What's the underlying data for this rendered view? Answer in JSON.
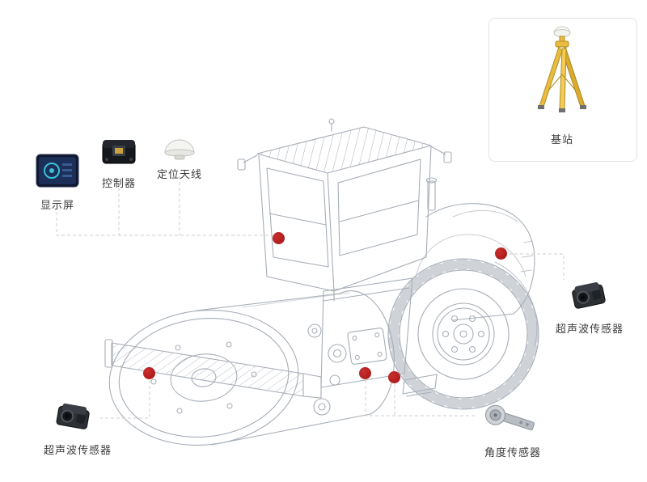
{
  "labels": {
    "display": "显示屏",
    "controller": "控制器",
    "antenna": "定位天线",
    "base_station": "基站",
    "ultrasonic_right": "超声波传感器",
    "ultrasonic_left": "超声波传感器",
    "angle": "角度传感器"
  },
  "markers": [
    "cab",
    "engine-right",
    "drum-front",
    "frame-center-left",
    "frame-center-right"
  ],
  "colors": {
    "marker": "#ad1a1a",
    "connector": "#cfcfcf",
    "lineart": "#a7aeb8",
    "tripod": "#e9bc3f"
  }
}
